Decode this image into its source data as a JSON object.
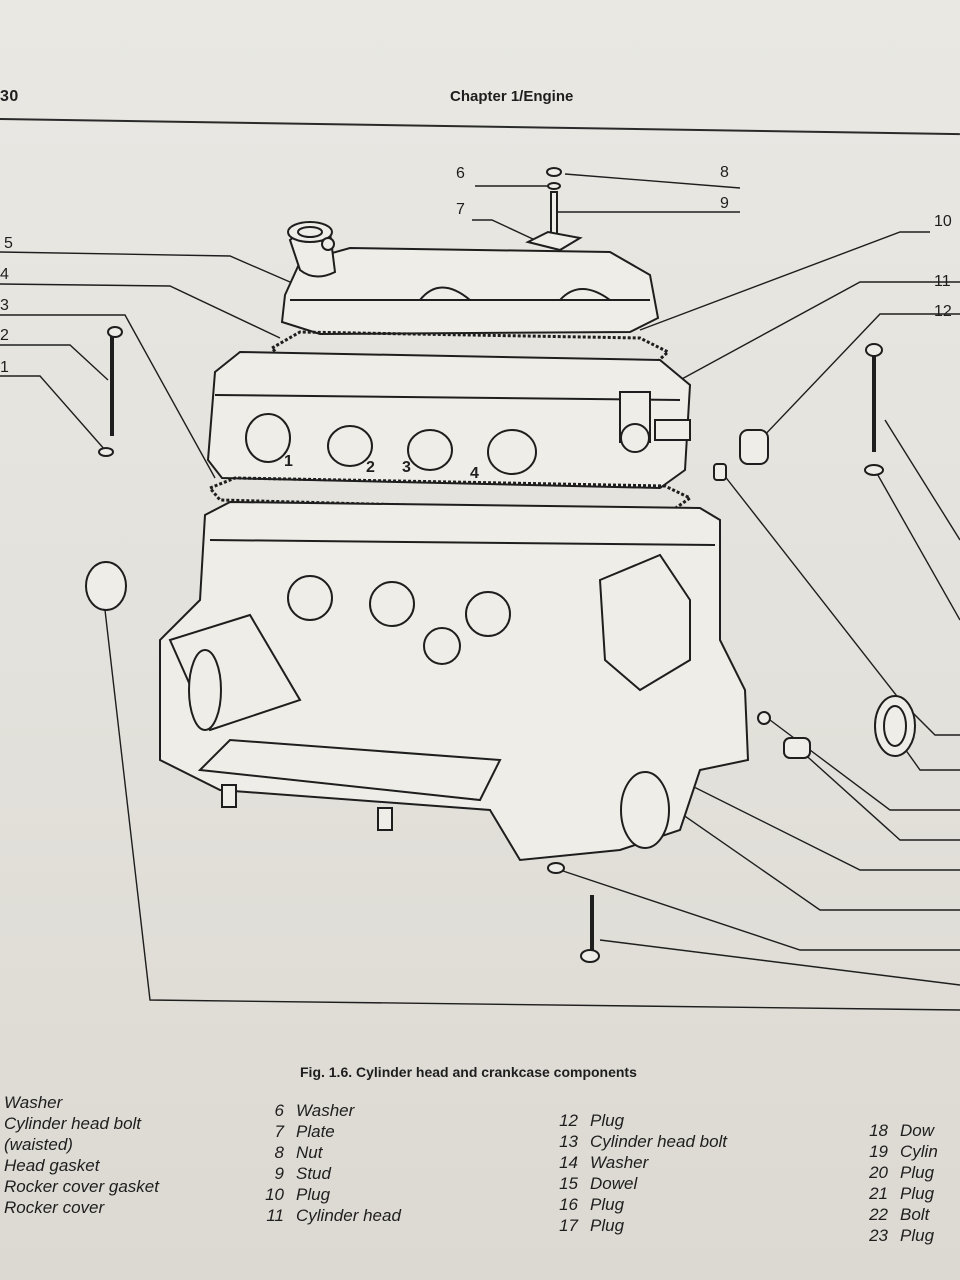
{
  "header": {
    "page_number": "30",
    "chapter": "Chapter 1/Engine"
  },
  "figure": {
    "caption": "Fig. 1.6. Cylinder head and crankcase components",
    "callouts": [
      "1",
      "2",
      "3",
      "4",
      "5",
      "6",
      "7",
      "8",
      "9",
      "10",
      "11",
      "12"
    ],
    "cylinder_numbers": [
      "1",
      "2",
      "3",
      "4"
    ]
  },
  "legend": {
    "col1": [
      {
        "num": "",
        "text": "Washer"
      },
      {
        "num": "",
        "text": "Cylinder head bolt"
      },
      {
        "num": "",
        "text": "(waisted)"
      },
      {
        "num": "",
        "text": "Head gasket"
      },
      {
        "num": "",
        "text": "Rocker cover gasket"
      },
      {
        "num": "",
        "text": "Rocker cover"
      }
    ],
    "col2": [
      {
        "num": "6",
        "text": "Washer"
      },
      {
        "num": "7",
        "text": "Plate"
      },
      {
        "num": "8",
        "text": "Nut"
      },
      {
        "num": "9",
        "text": "Stud"
      },
      {
        "num": "10",
        "text": "Plug"
      },
      {
        "num": "11",
        "text": "Cylinder head"
      }
    ],
    "col3": [
      {
        "num": "12",
        "text": "Plug"
      },
      {
        "num": "13",
        "text": "Cylinder head bolt"
      },
      {
        "num": "14",
        "text": "Washer"
      },
      {
        "num": "15",
        "text": "Dowel"
      },
      {
        "num": "16",
        "text": "Plug"
      },
      {
        "num": "17",
        "text": "Plug"
      }
    ],
    "col4": [
      {
        "num": "18",
        "text": "Dow"
      },
      {
        "num": "19",
        "text": "Cylin"
      },
      {
        "num": "20",
        "text": "Plug"
      },
      {
        "num": "21",
        "text": "Plug"
      },
      {
        "num": "22",
        "text": "Bolt"
      },
      {
        "num": "23",
        "text": "Plug"
      }
    ]
  }
}
